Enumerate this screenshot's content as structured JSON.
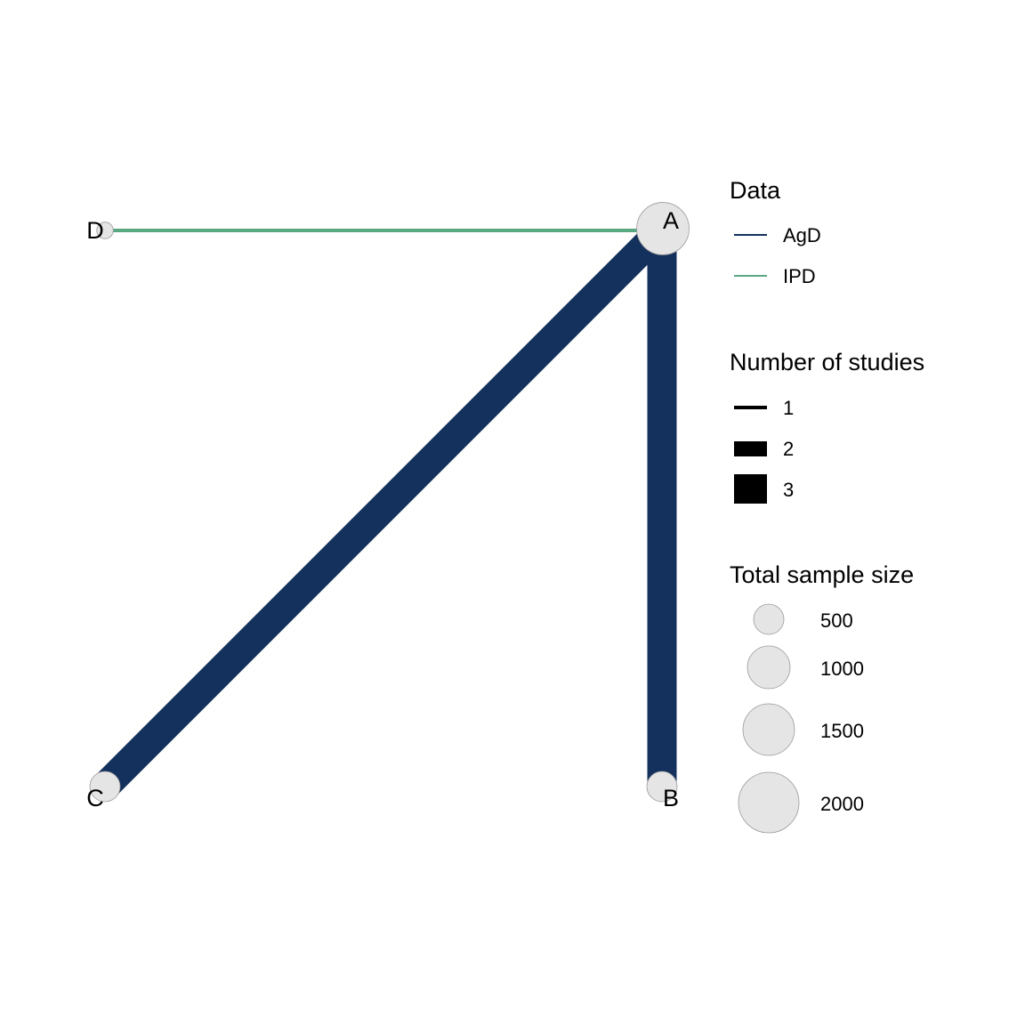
{
  "network": {
    "nodes": [
      {
        "id": "A",
        "label": "A",
        "sample_size": 1500
      },
      {
        "id": "B",
        "label": "B",
        "sample_size": 500
      },
      {
        "id": "C",
        "label": "C",
        "sample_size": 500
      },
      {
        "id": "D",
        "label": "D",
        "sample_size": 150
      }
    ],
    "edges": [
      {
        "from": "D",
        "to": "A",
        "data_type": "IPD",
        "n_studies": 1
      },
      {
        "from": "C",
        "to": "A",
        "data_type": "AgD",
        "n_studies": 3
      },
      {
        "from": "B",
        "to": "A",
        "data_type": "AgD",
        "n_studies": 3
      }
    ]
  },
  "colors": {
    "AgD": "#13315c",
    "IPD": "#5aa882",
    "node_fill": "#e5e5e5",
    "node_stroke": "#9a9a9a"
  },
  "legend": {
    "data": {
      "title": "Data",
      "items": [
        {
          "label": "AgD",
          "key": "AgD"
        },
        {
          "label": "IPD",
          "key": "IPD"
        }
      ]
    },
    "studies": {
      "title": "Number of studies",
      "items": [
        {
          "label": "1",
          "value": 1
        },
        {
          "label": "2",
          "value": 2
        },
        {
          "label": "3",
          "value": 3
        }
      ]
    },
    "sample_size": {
      "title": "Total sample size",
      "items": [
        {
          "label": "500",
          "value": 500
        },
        {
          "label": "1000",
          "value": 1000
        },
        {
          "label": "1500",
          "value": 1500
        },
        {
          "label": "2000",
          "value": 2000
        }
      ]
    }
  }
}
